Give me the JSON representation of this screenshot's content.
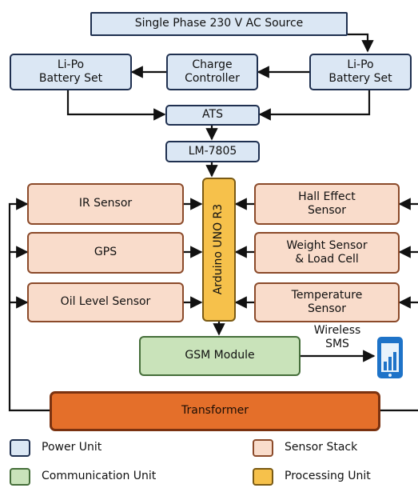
{
  "source": {
    "label": "Single Phase 230 V AC Source"
  },
  "power": {
    "battery_left": "Li-Po\nBattery Set",
    "charge_controller": "Charge\nController",
    "battery_right": "Li-Po\nBattery Set",
    "ats": "ATS",
    "regulator": "LM-7805"
  },
  "processor": {
    "label": "Arduino UNO R3"
  },
  "sensors_left": [
    "IR Sensor",
    "GPS",
    "Oil Level Sensor"
  ],
  "sensors_right": [
    "Hall Effect\nSensor",
    "Weight Sensor\n& Load Cell",
    "Temperature\nSensor"
  ],
  "communication": {
    "gsm": "GSM Module",
    "link_label": "Wireless\nSMS"
  },
  "transformer": {
    "label": "Transformer"
  },
  "icons": {
    "phone": "smartphone-icon"
  },
  "legend": [
    {
      "label": "Power Unit",
      "color": "#dbe7f4",
      "border": "#1f3050"
    },
    {
      "label": "Sensor Stack",
      "color": "#f9dccb",
      "border": "#8b4a2a"
    },
    {
      "label": "Communication Unit",
      "color": "#c9e3ba",
      "border": "#456e3a"
    },
    {
      "label": "Processing Unit",
      "color": "#f6c14b",
      "border": "#7a5a14"
    }
  ]
}
